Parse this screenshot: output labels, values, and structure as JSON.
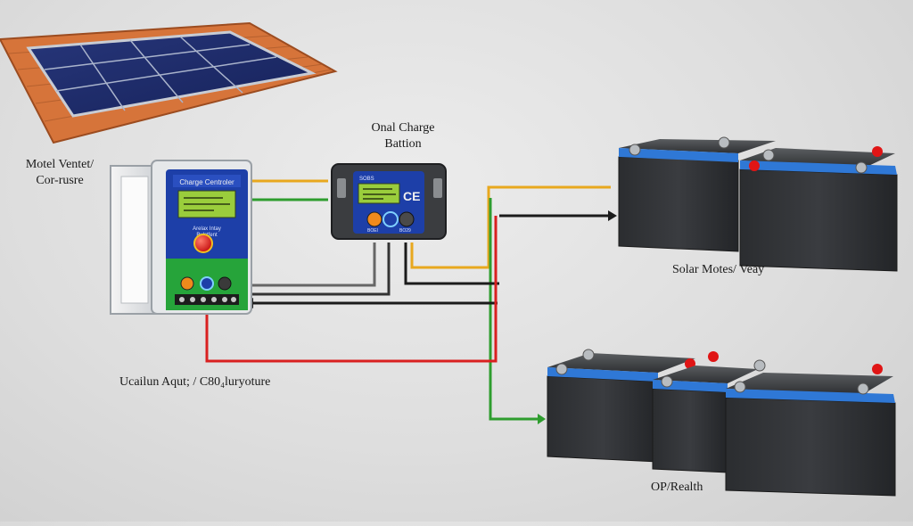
{
  "labels": {
    "left_device_line1": "Motel Ventet/",
    "left_device_line2": "Cor-rusre",
    "center_device_line1": "Onal Charge",
    "center_device_line2": "Battion",
    "upper_batteries": "Solar Motes/ Veay",
    "bottom_left": "Ucailun Aqut; / C80₄luryoture",
    "lower_batteries": "OP/Realth"
  },
  "left_device": {
    "screen_header": "Charge Centroler",
    "mid_text_line1": "Arelax Intay",
    "mid_text_line2": "Bulstfent"
  },
  "center_device": {
    "screen_small": "SOBS",
    "ce_mark": "CE",
    "knob_labels": [
      "BOEI",
      "BO29"
    ]
  },
  "colors": {
    "wire_yellow": "#e8a81e",
    "wire_green": "#2e9d2e",
    "wire_red": "#d92020",
    "wire_black": "#1b1b1b",
    "panel_blue": "#1d3fa8",
    "panel_green": "#26a43a",
    "lcd_green": "#9acd3c",
    "battery_body": "#2a2c2e",
    "battery_stripe": "#2f78d6",
    "terminal_red": "#e01515",
    "roof_tile": "#d6743a"
  }
}
